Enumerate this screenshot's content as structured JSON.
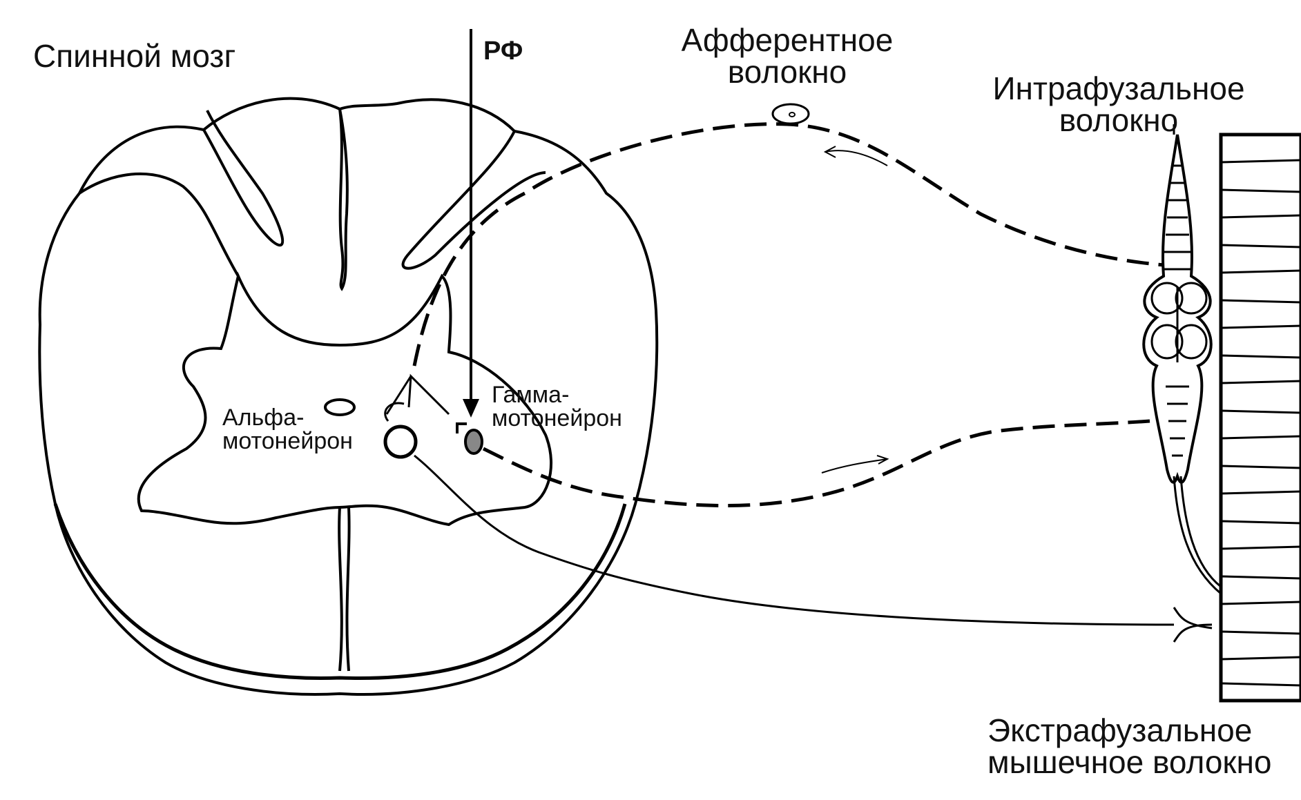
{
  "labels": {
    "spinal_cord": "Спинной мозг",
    "rf": "РФ",
    "afferent_fiber": "Афферентное\nволокно",
    "intrafusal_fiber": "Интрафузальное\nволокно",
    "alpha_motoneuron": "Альфа-\nмотонейрон",
    "gamma_motoneuron": "Гамма-\nмотонейрон",
    "extrafusal_fiber": "Экстрафузальное\nмышечное волокно"
  }
}
